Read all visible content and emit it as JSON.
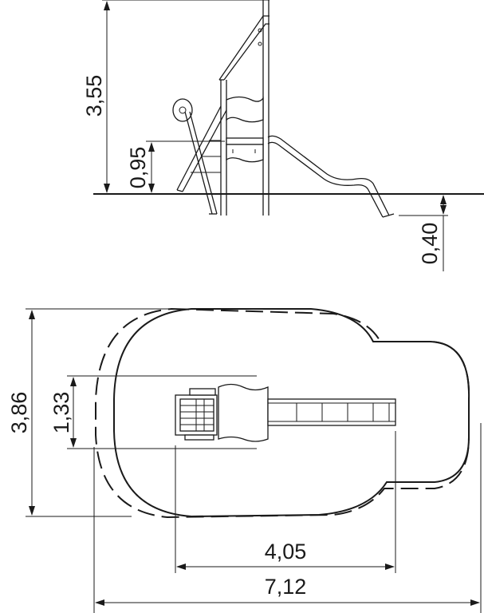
{
  "drawing": {
    "line_color": "#1a1a1a",
    "background": "#ffffff",
    "side_view": {
      "dims": {
        "total_height": "3,55",
        "platform_height": "0,95",
        "depth": "0,40"
      }
    },
    "top_view": {
      "dims": {
        "depth_width": "3,86",
        "inner_width": "1,33",
        "equipment_length": "4,05",
        "total_length": "7,12"
      }
    }
  }
}
